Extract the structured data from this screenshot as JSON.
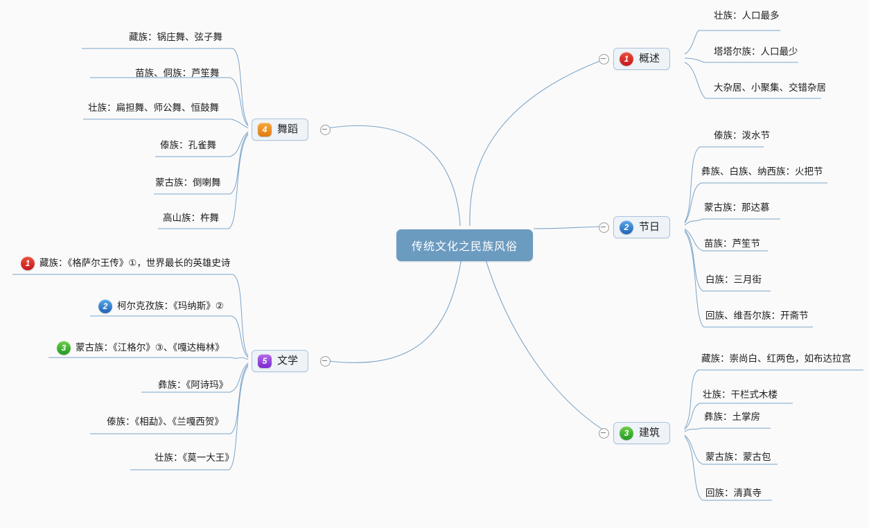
{
  "app": {
    "type": "mindmap",
    "background": "#fafafa",
    "accent": "#6c9bc0",
    "edge_color": "#7ba4c9"
  },
  "root": {
    "label": "传统文化之民族风俗",
    "color": "#6c9bc0"
  },
  "toggle": {
    "icon": "minus-circle-icon",
    "state": "expanded"
  },
  "branches": [
    {
      "id": "overview",
      "label": "概述",
      "badge": "1",
      "badge_color": "red",
      "badge_shape": "round",
      "side": "right",
      "children": [
        {
          "label": "壮族：人口最多"
        },
        {
          "label": "塔塔尔族：人口最少"
        },
        {
          "label": "大杂居、小聚集、交错杂居"
        }
      ]
    },
    {
      "id": "festival",
      "label": "节日",
      "badge": "2",
      "badge_color": "blue",
      "badge_shape": "round",
      "side": "right",
      "children": [
        {
          "label": "傣族：泼水节"
        },
        {
          "label": "彝族、白族、纳西族：火把节"
        },
        {
          "label": "蒙古族：那达慕"
        },
        {
          "label": "苗族：芦笙节"
        },
        {
          "label": "白族：三月街"
        },
        {
          "label": "回族、维吾尔族：开斋节"
        }
      ]
    },
    {
      "id": "architecture",
      "label": "建筑",
      "badge": "3",
      "badge_color": "green",
      "badge_shape": "round",
      "side": "right",
      "children": [
        {
          "label": "藏族：崇尚白、红两色，如布达拉宫"
        },
        {
          "label": "壮族：干栏式木楼"
        },
        {
          "label": "彝族：土掌房"
        },
        {
          "label": "蒙古族：蒙古包"
        },
        {
          "label": "回族：清真寺"
        }
      ]
    },
    {
      "id": "dance",
      "label": "舞蹈",
      "badge": "4",
      "badge_color": "orange",
      "badge_shape": "square",
      "side": "left",
      "children": [
        {
          "label": "藏族：锅庄舞、弦子舞"
        },
        {
          "label": "苗族、侗族：芦笙舞"
        },
        {
          "label": "壮族：扁担舞、师公舞、恒鼓舞"
        },
        {
          "label": "傣族：孔雀舞"
        },
        {
          "label": "蒙古族：倒喇舞"
        },
        {
          "label": "高山族：杵舞"
        }
      ]
    },
    {
      "id": "literature",
      "label": "文学",
      "badge": "5",
      "badge_color": "purple",
      "badge_shape": "square",
      "side": "left",
      "children": [
        {
          "label": "藏族：《格萨尔王传》①，世界最长的英雄史诗",
          "badge": "1",
          "badge_color": "red"
        },
        {
          "label": "柯尔克孜族：《玛纳斯》②",
          "badge": "2",
          "badge_color": "blue"
        },
        {
          "label": "蒙古族：《江格尔》③、《嘎达梅林》",
          "badge": "3",
          "badge_color": "green"
        },
        {
          "label": "彝族：《阿诗玛》"
        },
        {
          "label": "傣族：《相勐》、《兰嘎西贺》"
        },
        {
          "label": "壮族：《莫一大王》"
        }
      ]
    }
  ]
}
